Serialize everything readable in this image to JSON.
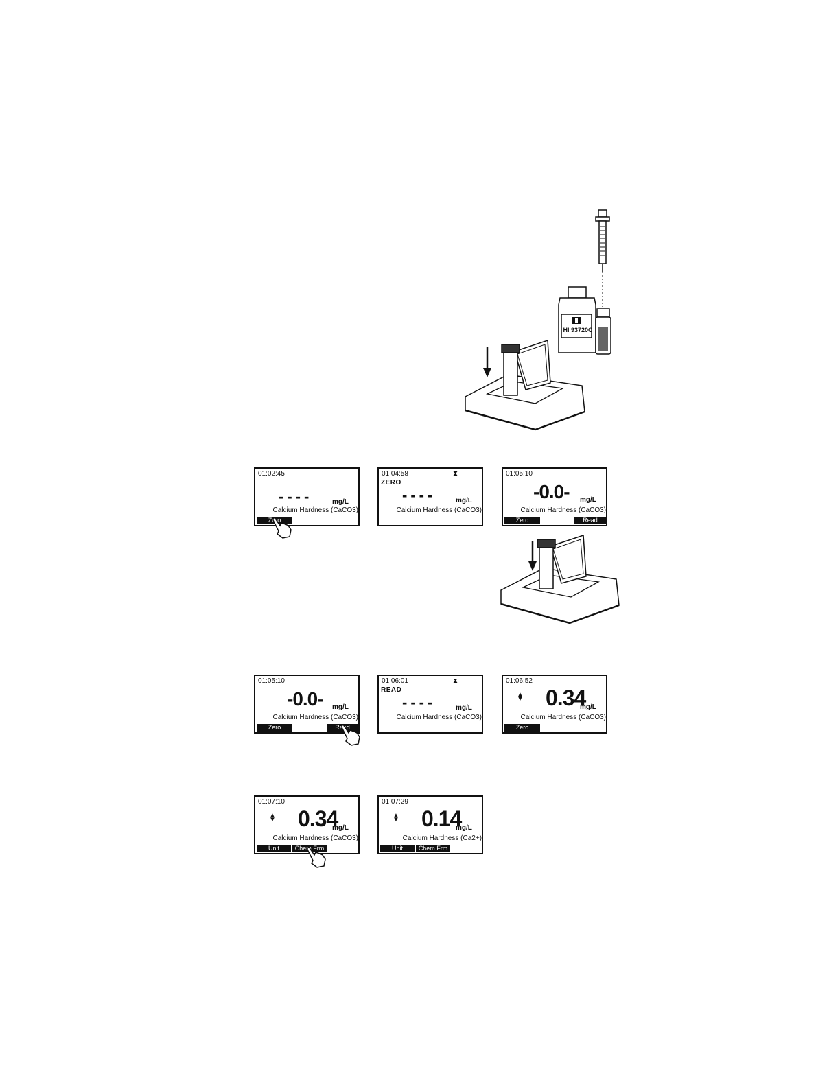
{
  "reagent_bottle": {
    "label": "HI 93720C"
  },
  "screens": [
    {
      "time": "01:02:45",
      "hourglass": "",
      "mode": "",
      "value": "----",
      "unit": "mg/L",
      "param": "Calcium Hardness (CaCO3)",
      "keys": [
        "Zero",
        ""
      ]
    },
    {
      "time": "01:04:58",
      "hourglass": "⧗",
      "mode": "ZERO",
      "value": "----",
      "unit": "mg/L",
      "param": "Calcium Hardness (CaCO3)",
      "keys": [
        "",
        ""
      ]
    },
    {
      "time": "01:05:10",
      "hourglass": "",
      "mode": "",
      "value": "-0.0-",
      "unit": "mg/L",
      "param": "Calcium Hardness (CaCO3)",
      "keys": [
        "Zero",
        "Read"
      ]
    },
    {
      "time": "01:05:10",
      "hourglass": "",
      "mode": "",
      "value": "-0.0-",
      "unit": "mg/L",
      "param": "Calcium Hardness (CaCO3)",
      "keys": [
        "Zero",
        "Read"
      ]
    },
    {
      "time": "01:06:01",
      "hourglass": "⧗",
      "mode": "READ",
      "value": "----",
      "unit": "mg/L",
      "param": "Calcium Hardness (CaCO3)",
      "keys": [
        "",
        ""
      ]
    },
    {
      "time": "01:06:52",
      "hourglass": "",
      "mode": "",
      "value": "0.34",
      "unit": "mg/L",
      "param": "Calcium Hardness (CaCO3)",
      "keys": [
        "Zero",
        ""
      ]
    },
    {
      "time": "01:07:10",
      "hourglass": "",
      "mode": "",
      "value": "0.34",
      "unit": "mg/L",
      "param": "Calcium Hardness (CaCO3)",
      "keys": [
        "Unit",
        "Chem Frm"
      ]
    },
    {
      "time": "01:07:29",
      "hourglass": "",
      "mode": "",
      "value": "0.14",
      "unit": "mg/L",
      "param": "Calcium Hardness (Ca2+)",
      "keys": [
        "Unit",
        "Chem Frm"
      ]
    }
  ]
}
